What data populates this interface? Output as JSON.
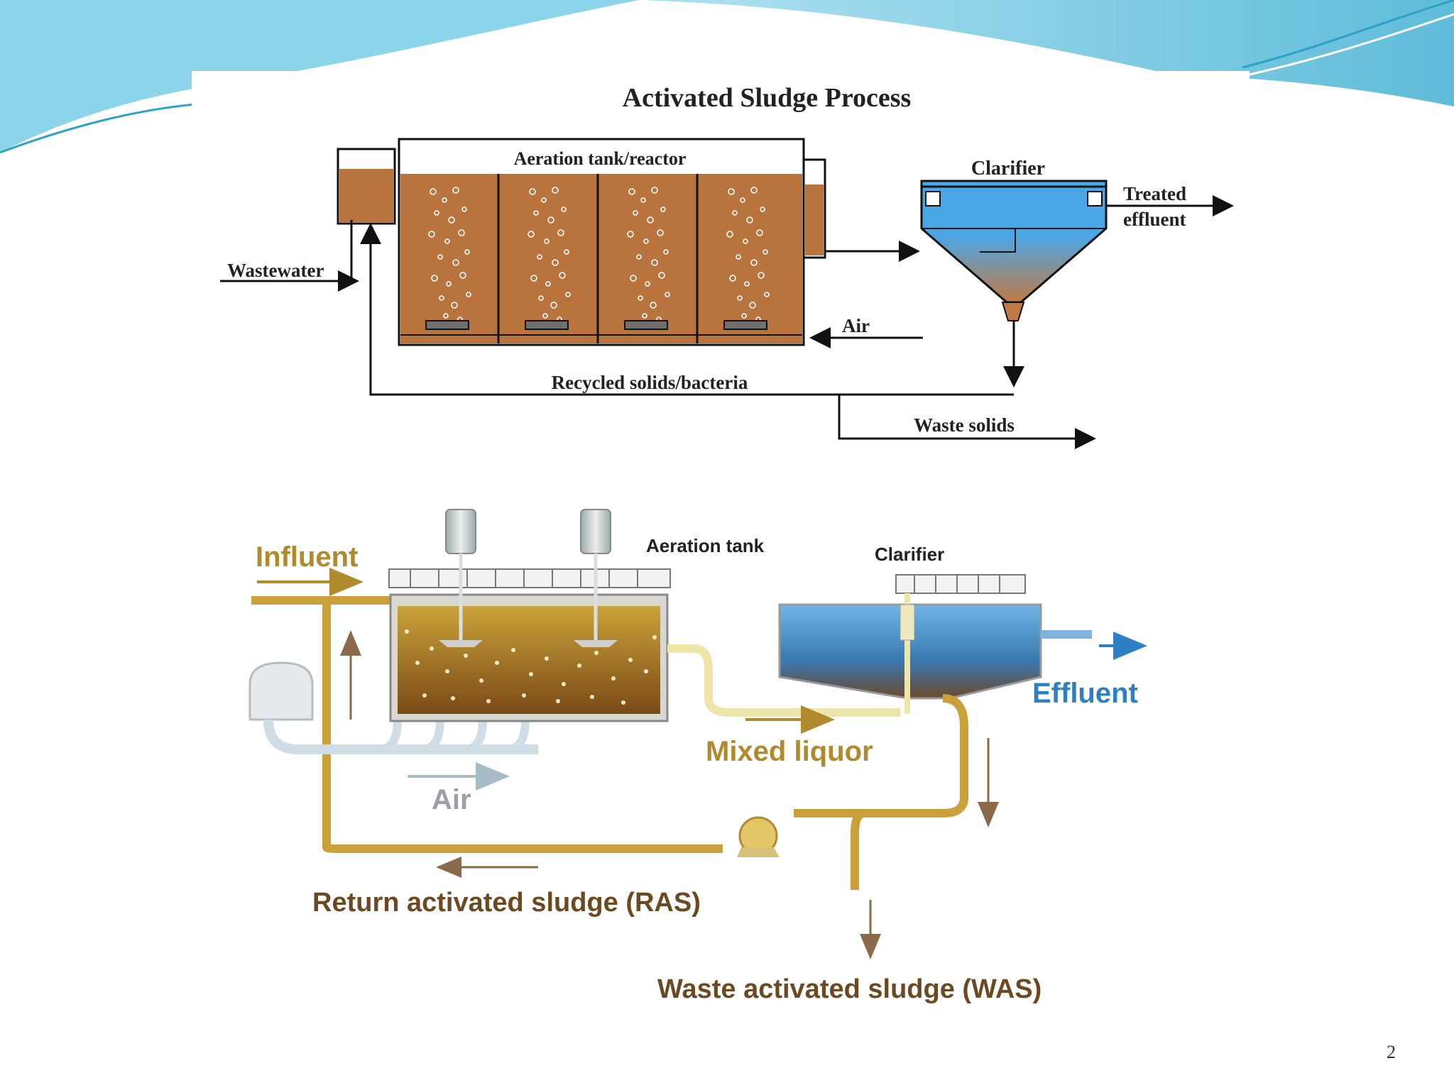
{
  "slide": {
    "page_number": "2"
  },
  "top_diagram": {
    "title": "Activated Sludge Process",
    "aeration_tank_label": "Aeration tank/reactor",
    "clarifier_label": "Clarifier",
    "treated_effluent_line1": "Treated",
    "treated_effluent_line2": "effluent",
    "wastewater_label": "Wastewater",
    "air_label": "Air",
    "recycled_label": "Recycled solids/bacteria",
    "waste_solids_label": "Waste solids"
  },
  "bottom_diagram": {
    "influent_label": "Influent",
    "aeration_tank_label": "Aeration tank",
    "clarifier_label": "Clarifier",
    "effluent_label": "Effluent",
    "mixed_liquor_label": "Mixed liquor",
    "air_label": "Air",
    "ras_label": "Return activated sludge (RAS)",
    "was_label": "Waste activated sludge (WAS)"
  },
  "colors": {
    "sludge_brown": "#b9733d",
    "water_blue": "#3d9ee0",
    "pipe_gold": "#c9a03a",
    "label_gold": "#b08a2c",
    "label_brown": "#6b4a22",
    "effluent_blue": "#2f7fc4",
    "header_teal": "#4cc3dc"
  }
}
